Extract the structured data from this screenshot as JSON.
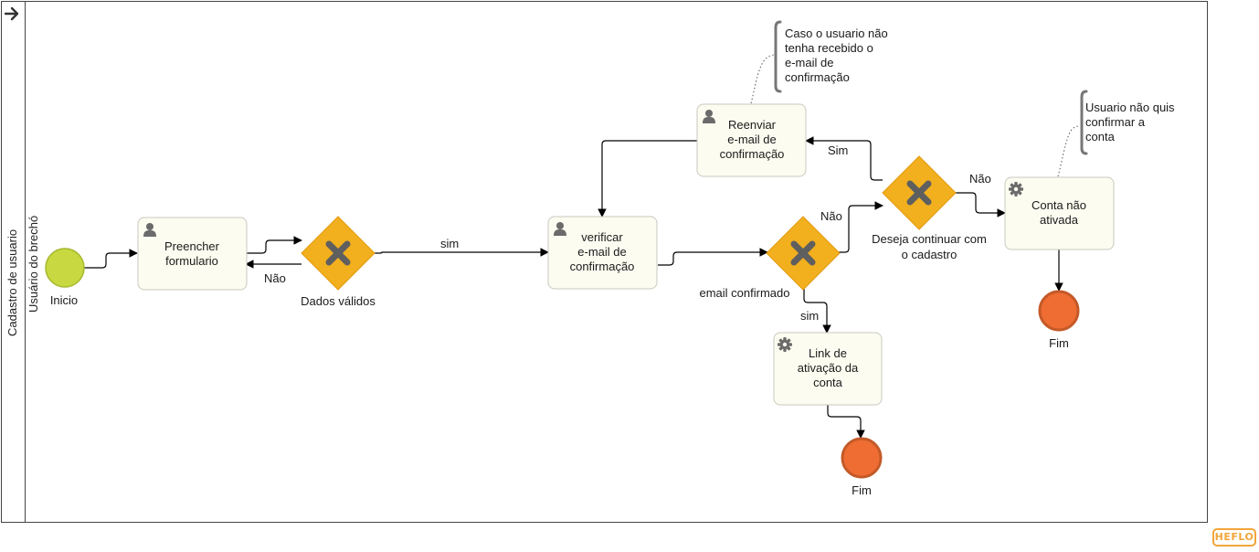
{
  "pool": {
    "label": "Cadastro de usuario"
  },
  "lane": {
    "label": "Usuário do brechó"
  },
  "events": {
    "start": "Inicio",
    "end_1": "Fim",
    "end_2": "Fim"
  },
  "tasks": {
    "preencher": [
      "Preencher",
      "formulario"
    ],
    "verificar": [
      "verificar",
      "e-mail de",
      "confirmação"
    ],
    "reenviar": [
      "Reenviar",
      "e-mail de",
      "confirmação"
    ],
    "link": [
      "Link de",
      "ativação da",
      "conta"
    ],
    "conta": [
      "Conta não",
      "ativada"
    ]
  },
  "gateways": {
    "dados_validos": "Dados válidos",
    "email_confirmado": "email confirmado",
    "deseja_continuar": [
      "Deseja continuar com",
      "o cadastro"
    ]
  },
  "flow_labels": {
    "nao_dados": "Não",
    "sim_dados": "sim",
    "nao_email": "Não",
    "sim_email": "sim",
    "sim_reenviar": "Sim",
    "nao_continuar": "Não"
  },
  "annotations": {
    "reenviar_note": [
      "Caso o usuario não",
      "tenha recebido o",
      "e-mail de",
      "confirmação"
    ],
    "conta_note": [
      "Usuario não quis",
      "confirmar a",
      "conta"
    ]
  },
  "logo": {
    "text": "HEFLO"
  },
  "colors": {
    "gateway": "#f2b01e",
    "start": "#c8d840",
    "end": "#ef6c33",
    "task_fill": "#fdfcf0"
  }
}
